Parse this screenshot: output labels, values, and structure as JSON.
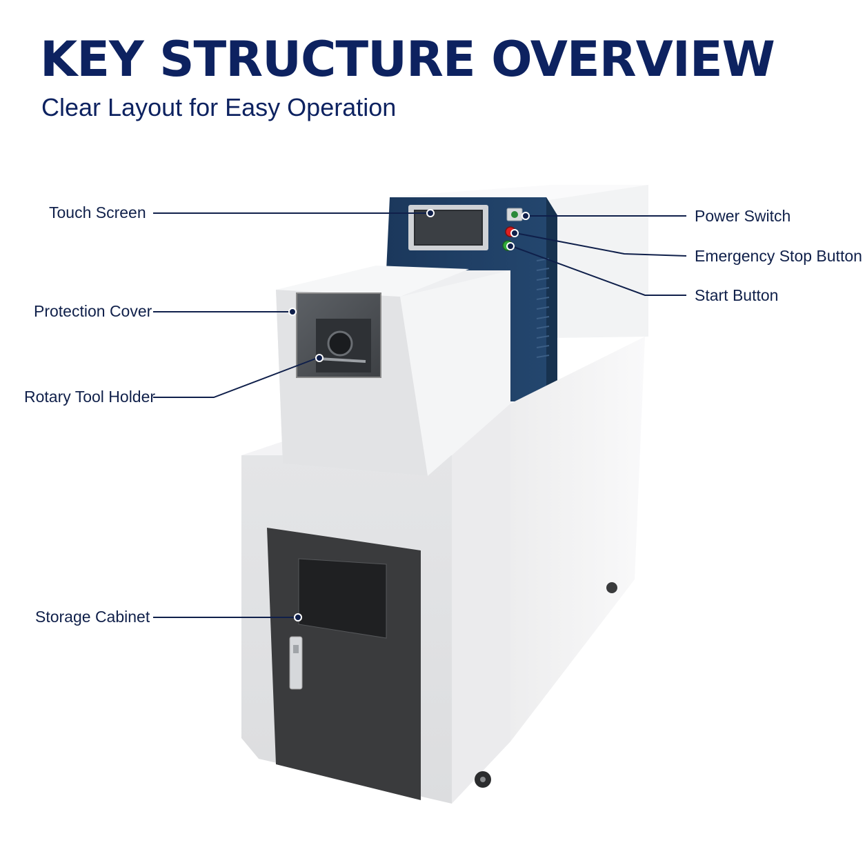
{
  "header": {
    "title": "KEY STRUCTURE OVERVIEW",
    "subtitle": "Clear Layout for Easy Operation"
  },
  "callouts": {
    "touch_screen": "Touch Screen",
    "protection_cover": "Protection Cover",
    "rotary_tool_holder": "Rotary Tool Holder",
    "storage_cabinet": "Storage Cabinet",
    "power_switch": "Power Switch",
    "emergency_stop": "Emergency Stop Button",
    "start_button": "Start Button"
  },
  "colors": {
    "title": "#0d2260",
    "panel_blue": "#1e3d63",
    "machine_body": "#e9eaec",
    "door": "#3a3b3d",
    "emergency_red": "#e02020",
    "start_green": "#2faa3a"
  },
  "icons": [
    "power-switch-icon",
    "emergency-stop-icon",
    "start-button-icon",
    "door-handle-icon",
    "caster-wheel-icon"
  ]
}
